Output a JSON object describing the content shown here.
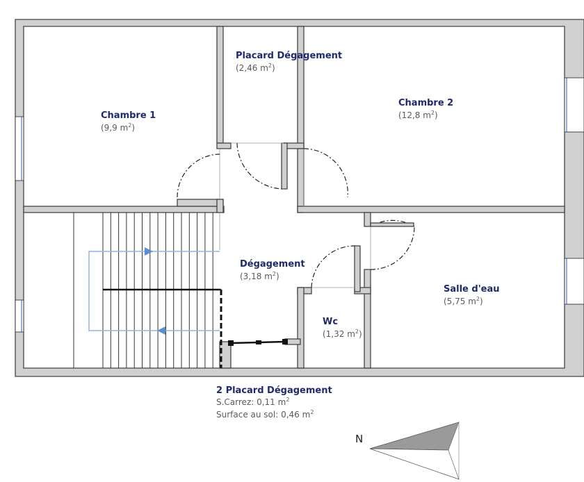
{
  "rooms": {
    "chambre1": {
      "name": "Chambre 1",
      "area": "(9,9 m",
      "unit_sup": "2",
      "close": ")"
    },
    "placard": {
      "name": "Placard Dégagement",
      "area": "(2,46 m",
      "unit_sup": "2",
      "close": ")"
    },
    "chambre2": {
      "name": "Chambre 2",
      "area": "(12,8 m",
      "unit_sup": "2",
      "close": ")"
    },
    "degagement": {
      "name": "Dégagement",
      "area": "(3,18 m",
      "unit_sup": "2",
      "close": ")"
    },
    "salle": {
      "name": "Salle d'eau",
      "area": "(5,75 m",
      "unit_sup": "2",
      "close": ")"
    },
    "wc": {
      "name": "Wc",
      "area": "(1,32 m",
      "unit_sup": "2",
      "close": ")"
    }
  },
  "info": {
    "title": "2 Placard Dégagement",
    "carrez": "S.Carrez: 0,11 m",
    "sol": "Surface au sol: 0,46 m",
    "unit_sup": "2"
  },
  "compass": {
    "label": "N"
  },
  "colors": {
    "room_text": "#1f2a6b",
    "wall": "#d0d0d0",
    "stair_arrow": "#5b8fd0"
  }
}
